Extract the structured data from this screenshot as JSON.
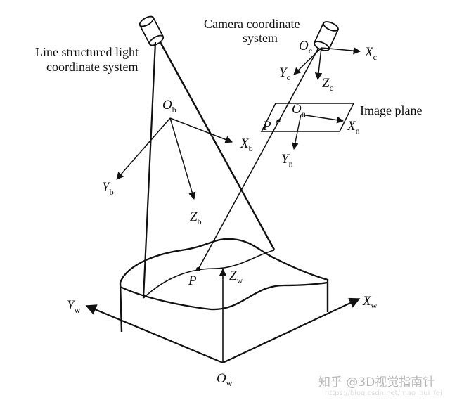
{
  "labels": {
    "line_light_1": "Line structured light",
    "line_light_2": "coordinate system",
    "camera_1": "Camera coordinate",
    "camera_2": "system",
    "image_plane": "Image plane",
    "point_p": "P",
    "point_p_prime": "P '"
  },
  "axes": {
    "O_b": {
      "main": "O",
      "sub": "b"
    },
    "X_b": {
      "main": "X",
      "sub": "b"
    },
    "Y_b": {
      "main": "Y",
      "sub": "b"
    },
    "Z_b": {
      "main": "Z",
      "sub": "b"
    },
    "O_c": {
      "main": "O",
      "sub": "c"
    },
    "X_c": {
      "main": "X",
      "sub": "c"
    },
    "Y_c": {
      "main": "Y",
      "sub": "c"
    },
    "Z_c": {
      "main": "Z",
      "sub": "c"
    },
    "O_n": {
      "main": "O",
      "sub": "n"
    },
    "X_n": {
      "main": "X",
      "sub": "n"
    },
    "Y_n": {
      "main": "Y",
      "sub": "n"
    },
    "O_w": {
      "main": "O",
      "sub": "w"
    },
    "X_w": {
      "main": "X",
      "sub": "w"
    },
    "Y_w": {
      "main": "Y",
      "sub": "w"
    },
    "Z_w": {
      "main": "Z",
      "sub": "w"
    }
  },
  "watermark": {
    "text": "知乎 @3D视觉指南针",
    "url": "https://blog.csdn.net/mao_hui_fei"
  }
}
